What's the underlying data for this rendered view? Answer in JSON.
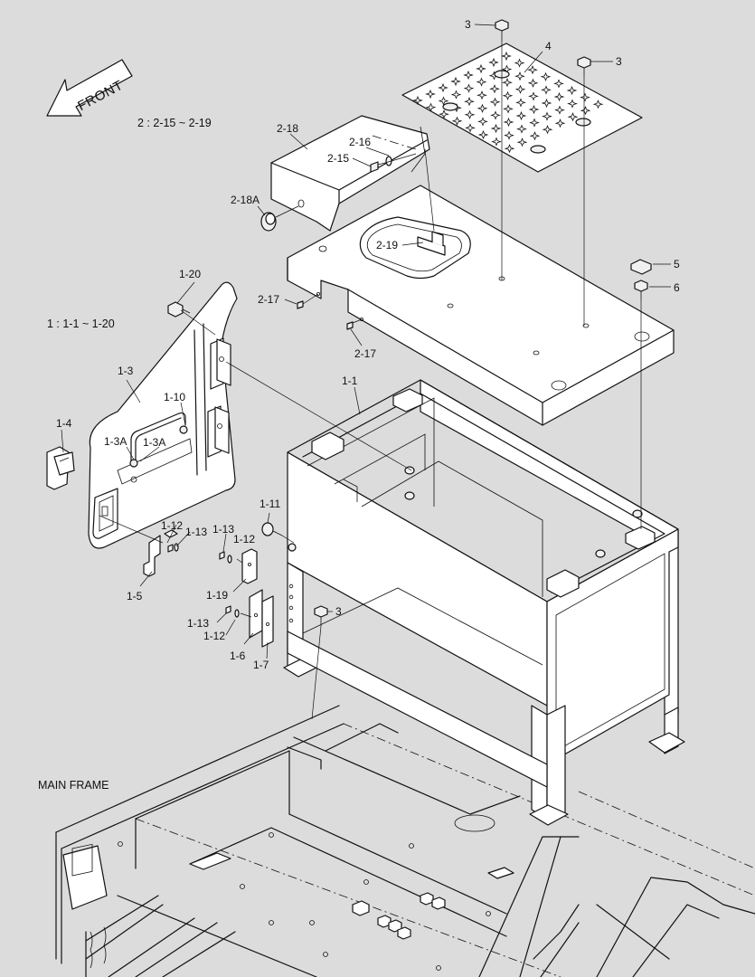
{
  "direction": {
    "front": "FRONT"
  },
  "notes": {
    "group1": "1 : 1-1 ~ 1-20",
    "group2": "2 : 2-15 ~ 2-19",
    "main_frame": "MAIN FRAME"
  },
  "labels": {
    "p3a": "3",
    "p3b": "3",
    "p3c": "3",
    "p4": "4",
    "p5": "5",
    "p6": "6",
    "p2_15": "2-15",
    "p2_16": "2-16",
    "p2_17a": "2-17",
    "p2_17b": "2-17",
    "p2_18": "2-18",
    "p2_18a": "2-18A",
    "p2_19": "2-19",
    "p1_1": "1-1",
    "p1_3": "1-3",
    "p1_3a_1": "1-3A",
    "p1_3a_2": "1-3A",
    "p1_4": "1-4",
    "p1_5": "1-5",
    "p1_6": "1-6",
    "p1_7": "1-7",
    "p1_10": "1-10",
    "p1_11": "1-11",
    "p1_12a": "1-12",
    "p1_12b": "1-12",
    "p1_12c": "1-12",
    "p1_13a": "1-13",
    "p1_13b": "1-13",
    "p1_13c": "1-13",
    "p1_19": "1-19",
    "p1_20": "1-20"
  }
}
